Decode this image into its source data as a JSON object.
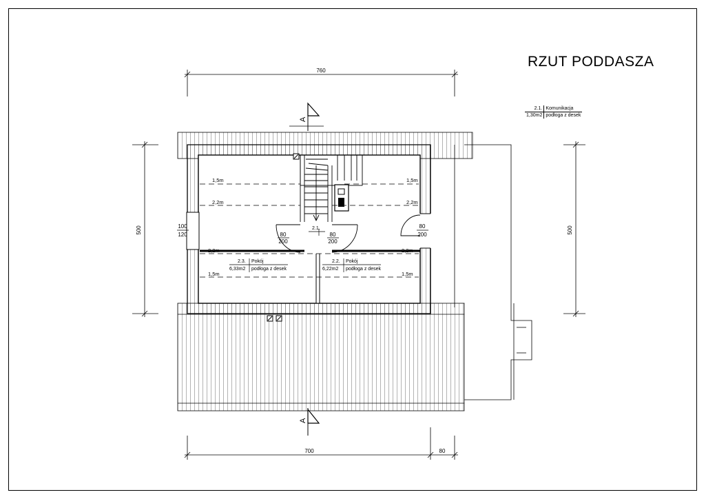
{
  "title": "RZUT PODDASZA",
  "legend": {
    "number": "2.1.",
    "name": "Komunikacja",
    "area": "1,30m2",
    "floor": "podłoga z desek"
  },
  "dimensions": {
    "top": "760",
    "left": "500",
    "right": "500",
    "bottom_main": "700",
    "bottom_small": "80"
  },
  "section_label": "A",
  "window": {
    "width": "100",
    "height": "120"
  },
  "doors": {
    "d1": {
      "width": "80",
      "height": "200"
    },
    "d2": {
      "width": "80",
      "height": "200"
    },
    "d3": {
      "width": "80",
      "height": "200"
    }
  },
  "height_lines": {
    "h15": "1,5m",
    "h22": "2,2m"
  },
  "rooms": {
    "r21": {
      "number": "2.1."
    },
    "r22": {
      "number": "2.2.",
      "name": "Pokój",
      "area": "6,22m2",
      "floor": "podłoga z desek"
    },
    "r23": {
      "number": "2.3.",
      "name": "Pokój",
      "area": "6,33m2",
      "floor": "podłoga z desek"
    }
  }
}
